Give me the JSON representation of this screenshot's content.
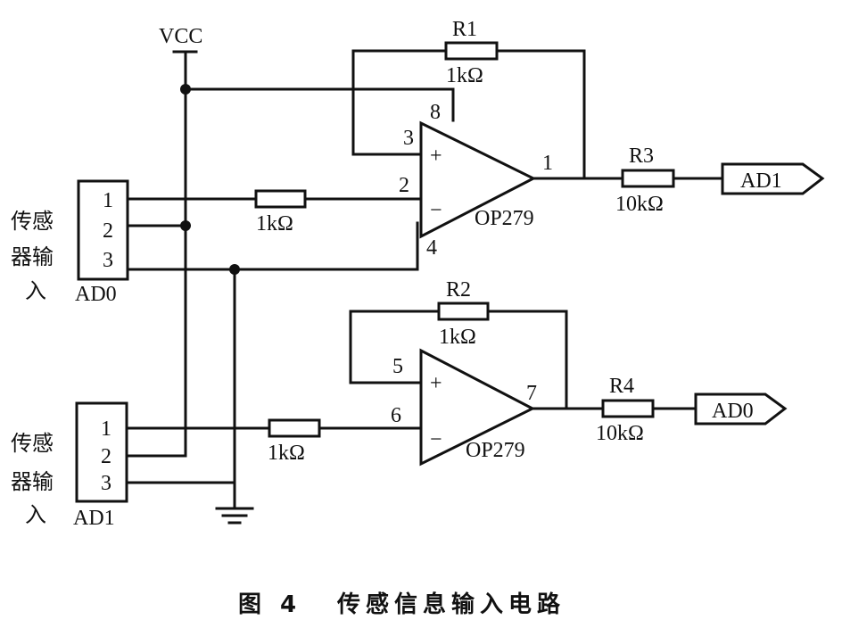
{
  "diagram": {
    "supply_label": "VCC",
    "connectors": [
      {
        "name": "AD0",
        "pins": [
          "1",
          "2",
          "3"
        ],
        "side_label_line1": "传感",
        "side_label_line2": "器输",
        "side_label_line3": "入"
      },
      {
        "name": "AD1",
        "pins": [
          "1",
          "2",
          "3"
        ],
        "side_label_line1": "传感",
        "side_label_line2": "器输",
        "side_label_line3": "入"
      }
    ],
    "opamps": [
      {
        "part": "OP279",
        "plus_pin": "3",
        "minus_pin": "2",
        "out_pin": "1",
        "vplus_pin": "8",
        "vminus_pin": "4",
        "plus_sign": "+",
        "minus_sign": "−"
      },
      {
        "part": "OP279",
        "plus_pin": "5",
        "minus_pin": "6",
        "out_pin": "7",
        "plus_sign": "+",
        "minus_sign": "−"
      }
    ],
    "resistors": {
      "r1": {
        "name": "R1",
        "value": "1kΩ"
      },
      "r2": {
        "name": "R2",
        "value": "1kΩ"
      },
      "r3": {
        "name": "R3",
        "value": "10kΩ"
      },
      "r4": {
        "name": "R4",
        "value": "10kΩ"
      },
      "rin_top": {
        "name": "",
        "value": "1kΩ"
      },
      "rin_bottom": {
        "name": "",
        "value": "1kΩ"
      }
    },
    "outputs": [
      {
        "label": "AD1"
      },
      {
        "label": "AD0"
      }
    ]
  },
  "caption": {
    "figure": "图 4",
    "title": "传感信息输入电路"
  }
}
